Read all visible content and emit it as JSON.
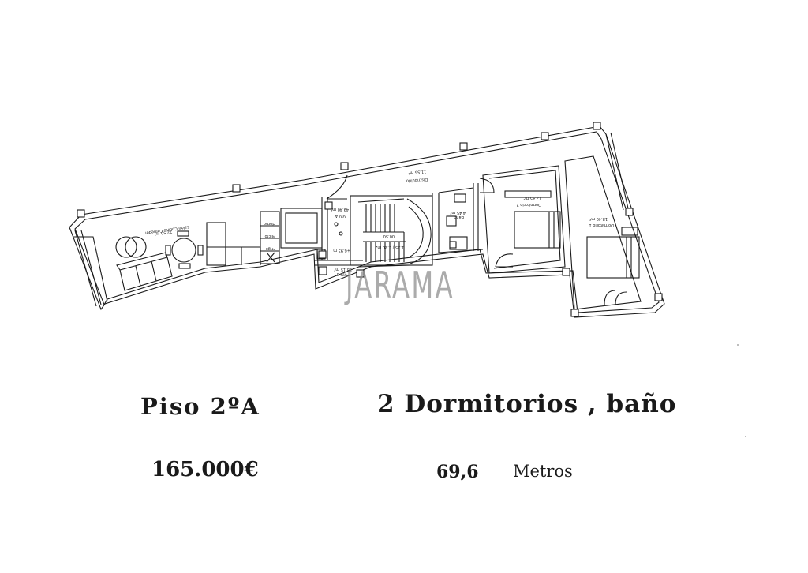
{
  "plan": {
    "rooms": {
      "salon": {
        "name": "Salón-Cocina-Comedor",
        "area": "22.50 m²"
      },
      "distribuidor": {
        "name": "Distribuidor",
        "area": "11.55 m²"
      },
      "bano": {
        "name": "Baño",
        "area": "4.45 m²"
      },
      "dorm2": {
        "name": "Dormitorio 2",
        "area": "12.45 m²"
      },
      "dorm1": {
        "name": "Dormitorio 1",
        "area": "18.40 m²"
      },
      "viva": {
        "name": "VIV A",
        "area": "49.40 m²"
      },
      "vivb": {
        "name": "VIV B",
        "area": "38.15 m²"
      },
      "horno": "Horno",
      "micro": "Micro",
      "frigo": "Frigo",
      "escalera_a": "00.50",
      "escalera_b": "1.25 / 1.20 m2",
      "nivel": "+6.93 m"
    },
    "watermark": "JARAMA"
  },
  "listing": {
    "piso": "Piso 2ºA",
    "dormitorios": "2 Dormitorios , baño",
    "precio": "165.000€",
    "metros_valor": "69,6",
    "metros_unidad": "Metros"
  }
}
